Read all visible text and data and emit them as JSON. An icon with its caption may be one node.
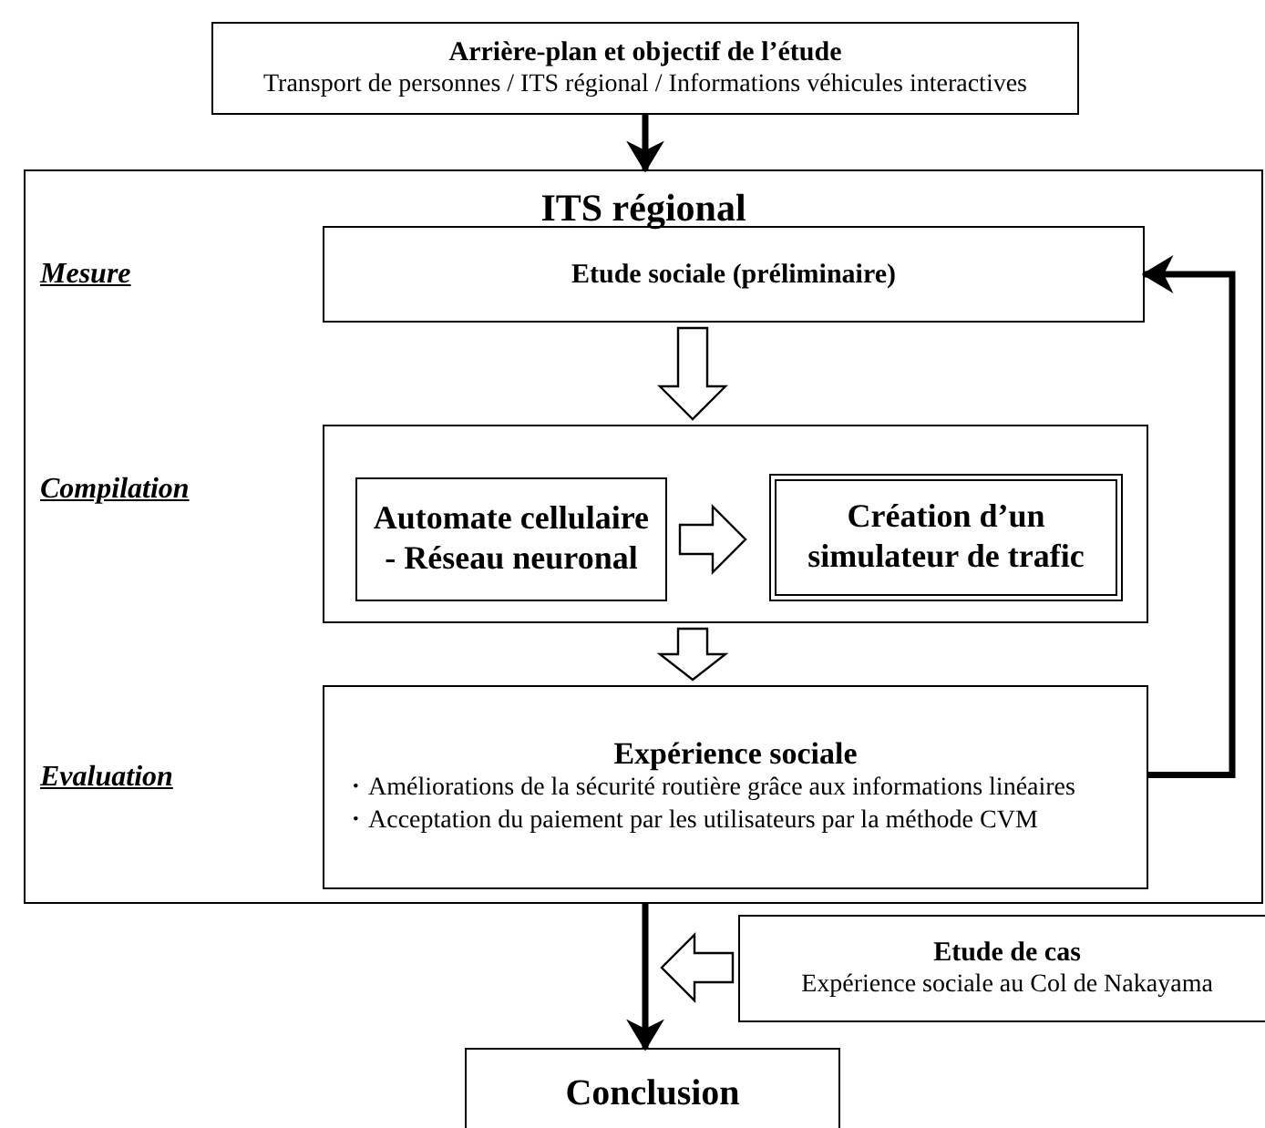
{
  "diagram": {
    "nodes": [
      {
        "text": [
          "Arrière-plan et objectif de l’étude",
          "Transport de personnes / ITS régional / Informations véhicules interactives"
        ]
      },
      {
        "text": [
          "ITS régional"
        ]
      },
      {
        "text": [
          "Etude sociale (préliminaire)"
        ],
        "in": 1
      },
      {
        "text": [],
        "shape": "box",
        "in": 1
      },
      {
        "text": [
          "Automate cellulaire - Réseau neuronal"
        ],
        "in": 3
      },
      {
        "text": [
          "Création d’un simulateur de trafic"
        ],
        "in": 3
      },
      {
        "text": [
          "Expérience sociale",
          "・Améliorations de la sécurité routière grâce aux informations linéaires",
          "・Acceptation du paiement par les utilisateurs par la méthode CVM"
        ],
        "in": 1
      },
      {
        "text": [
          "Etude de cas",
          "Expérience sociale au Col de Nakayama"
        ]
      },
      {
        "text": [
          "Conclusion"
        ]
      }
    ],
    "edges": [
      {
        "from": 0,
        "to": 1,
        "arrow": "to"
      },
      {
        "from": 2,
        "to": 3,
        "arrow": "to",
        "style": "thick"
      },
      {
        "from": 4,
        "to": 5,
        "arrow": "to",
        "style": "thick"
      },
      {
        "from": 3,
        "to": 6,
        "arrow": "to",
        "style": "thick"
      },
      {
        "from": 6,
        "to": 2,
        "arrow": "to"
      },
      {
        "from": 1,
        "to": 8,
        "arrow": "to"
      },
      {
        "from": 7,
        "to": null,
        "arrow": "to",
        "style": "thick"
      }
    ],
    "labels": [
      "Mesure",
      "Compilation",
      "Evaluation"
    ]
  }
}
